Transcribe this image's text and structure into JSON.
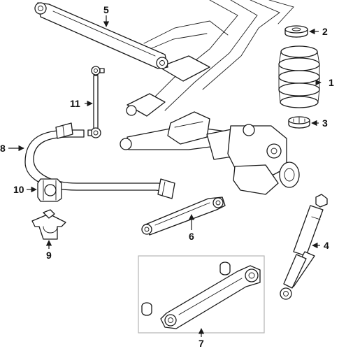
{
  "callouts": {
    "c1": "1",
    "c2": "2",
    "c3": "3",
    "c4": "4",
    "c5": "5",
    "c6": "6",
    "c7": "7",
    "c8": "8",
    "c9": "9",
    "c10": "10",
    "c11": "11"
  },
  "colors": {
    "line": "#1a1a1a",
    "frame": "#b5b5b5",
    "background": "#ffffff"
  }
}
